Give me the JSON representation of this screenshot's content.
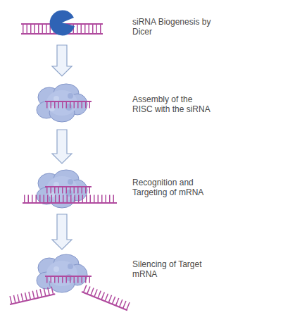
{
  "diagram": {
    "nodes": [
      {
        "text": [
          "siRNA Biogenesis by Dicer"
        ]
      },
      {
        "text": [
          "Assembly of the RISC with the siRNA"
        ]
      },
      {
        "text": [
          "Recognition and Targeting of mRNA"
        ]
      },
      {
        "text": [
          "Silencing of Target mRNA"
        ]
      }
    ],
    "edges": [
      {
        "from": 0,
        "to": 1,
        "arrow": "to"
      },
      {
        "from": 1,
        "to": 2,
        "arrow": "to"
      },
      {
        "from": 2,
        "to": 3,
        "arrow": "to"
      }
    ]
  }
}
